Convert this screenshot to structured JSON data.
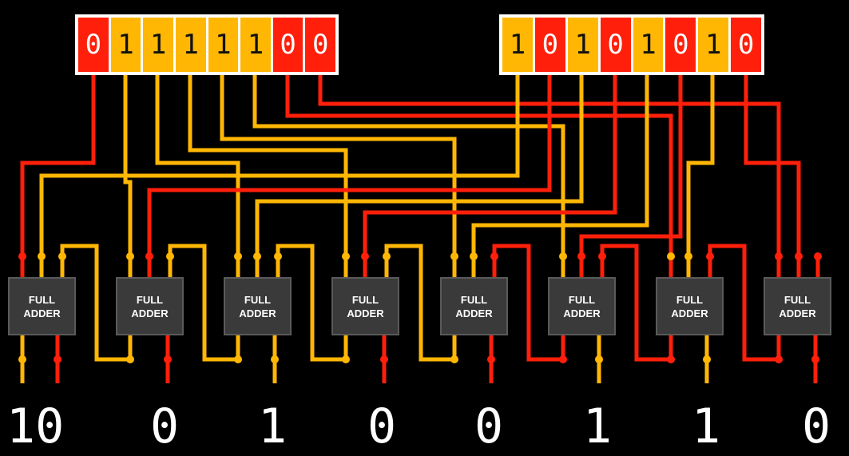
{
  "register_a": [
    "0",
    "1",
    "1",
    "1",
    "1",
    "1",
    "0",
    "0"
  ],
  "register_b": [
    "1",
    "0",
    "1",
    "0",
    "1",
    "0",
    "1",
    "0"
  ],
  "adder_label": "FULL\nADDER",
  "outputs": [
    "10",
    "0",
    "1",
    "0",
    "0",
    "1",
    "1",
    "0"
  ],
  "colors": {
    "one": "#FFB703",
    "zero": "#FF1F0A",
    "adder": "#3a3a3a",
    "background": "#000000"
  }
}
